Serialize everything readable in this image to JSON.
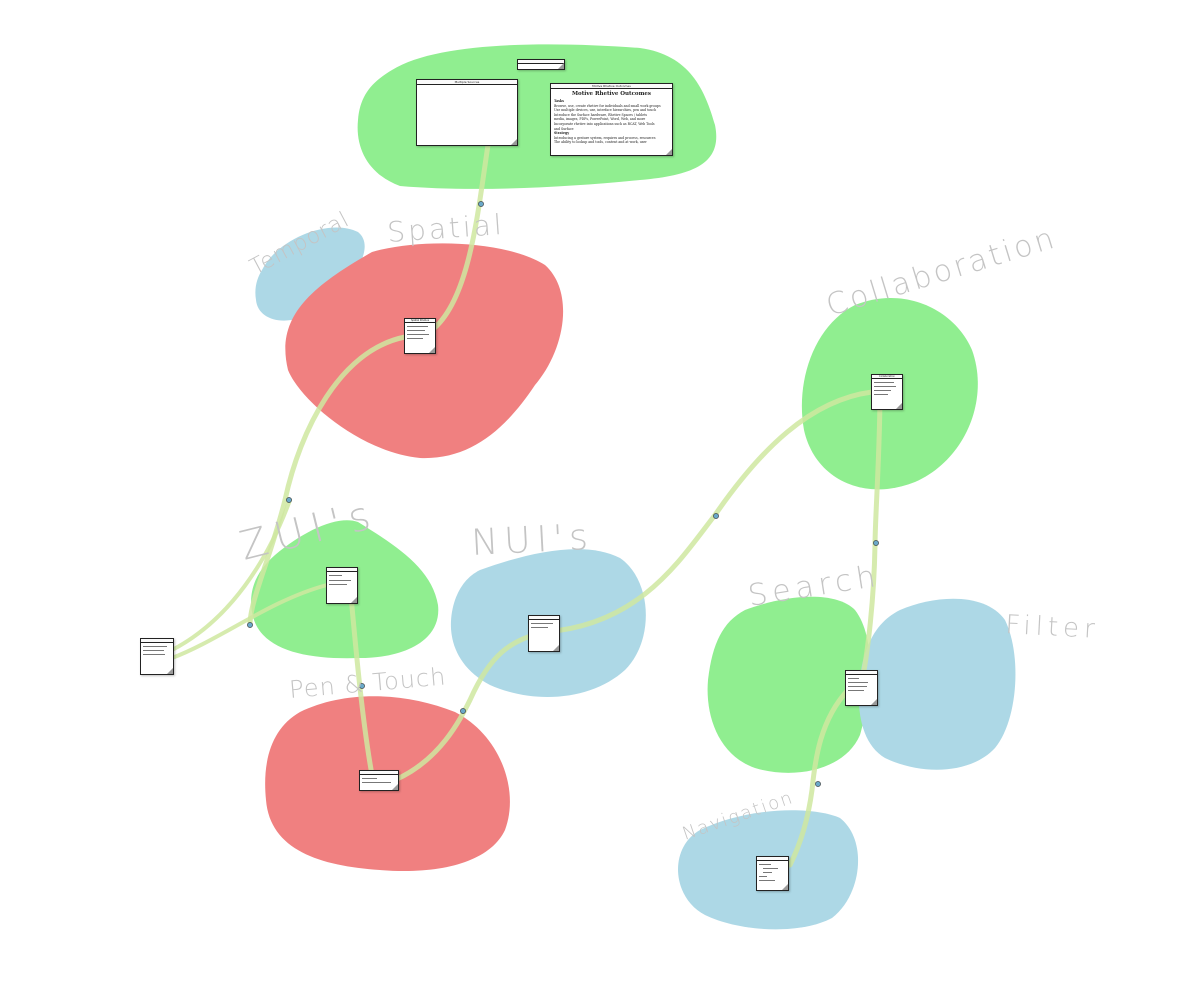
{
  "colors": {
    "green": "#90ee90",
    "red": "#f08080",
    "blue": "#add8e6",
    "link": "#cfe8a0",
    "text": "#c4c4c4"
  },
  "labels": {
    "temporal": "Temporal",
    "spatial": "Spatial",
    "collaboration": "Collaboration",
    "zuis": "ZUI's",
    "nuis": "NUI's",
    "pen_touch": "Pen & Touch",
    "search": "Search",
    "filter": "Filter",
    "navigation": "Navigation"
  },
  "cards": {
    "top_small": {
      "title": "",
      "lines": []
    },
    "slide_chart": {
      "title": "Multiple Sources",
      "lines": []
    },
    "slide_text": {
      "title": "Motive Rhetive Outcomes",
      "lines": [
        "Tasks",
        "Browse, use, create rhetive for individuals and small work groups",
        "Use multiple devices, use, interface hierarchies, pen and touch",
        "Introduce the Surface hardware, Rhetive Spaces / tablets",
        "media, images, PDFs, PowerPoint, Word, Web, and more",
        "Incorporate rhetive into applications such as RCAT, Web Tools",
        "and Surface",
        "Strategy",
        "Introducing a gesture system, requires and process, resources",
        "The ability to lookup and tools, content and at work, user"
      ]
    },
    "spatial": {
      "title": "Spatial Rhetive",
      "lines": [
        "",
        "",
        "",
        "",
        ""
      ]
    },
    "collab": {
      "title": "Collaboration",
      "lines": [
        "",
        "",
        "",
        "",
        ""
      ]
    },
    "zuis": {
      "title": "",
      "lines": [
        "",
        "",
        ""
      ]
    },
    "left": {
      "title": "",
      "lines": [
        "",
        "",
        ""
      ]
    },
    "nuis": {
      "title": "",
      "lines": [
        "",
        ""
      ]
    },
    "pen": {
      "title": "",
      "lines": [
        "",
        "",
        ""
      ]
    },
    "search": {
      "title": "",
      "lines": [
        "",
        "",
        "",
        ""
      ]
    },
    "nav": {
      "title": "",
      "lines": [
        "",
        "",
        "",
        "",
        "",
        ""
      ]
    }
  }
}
